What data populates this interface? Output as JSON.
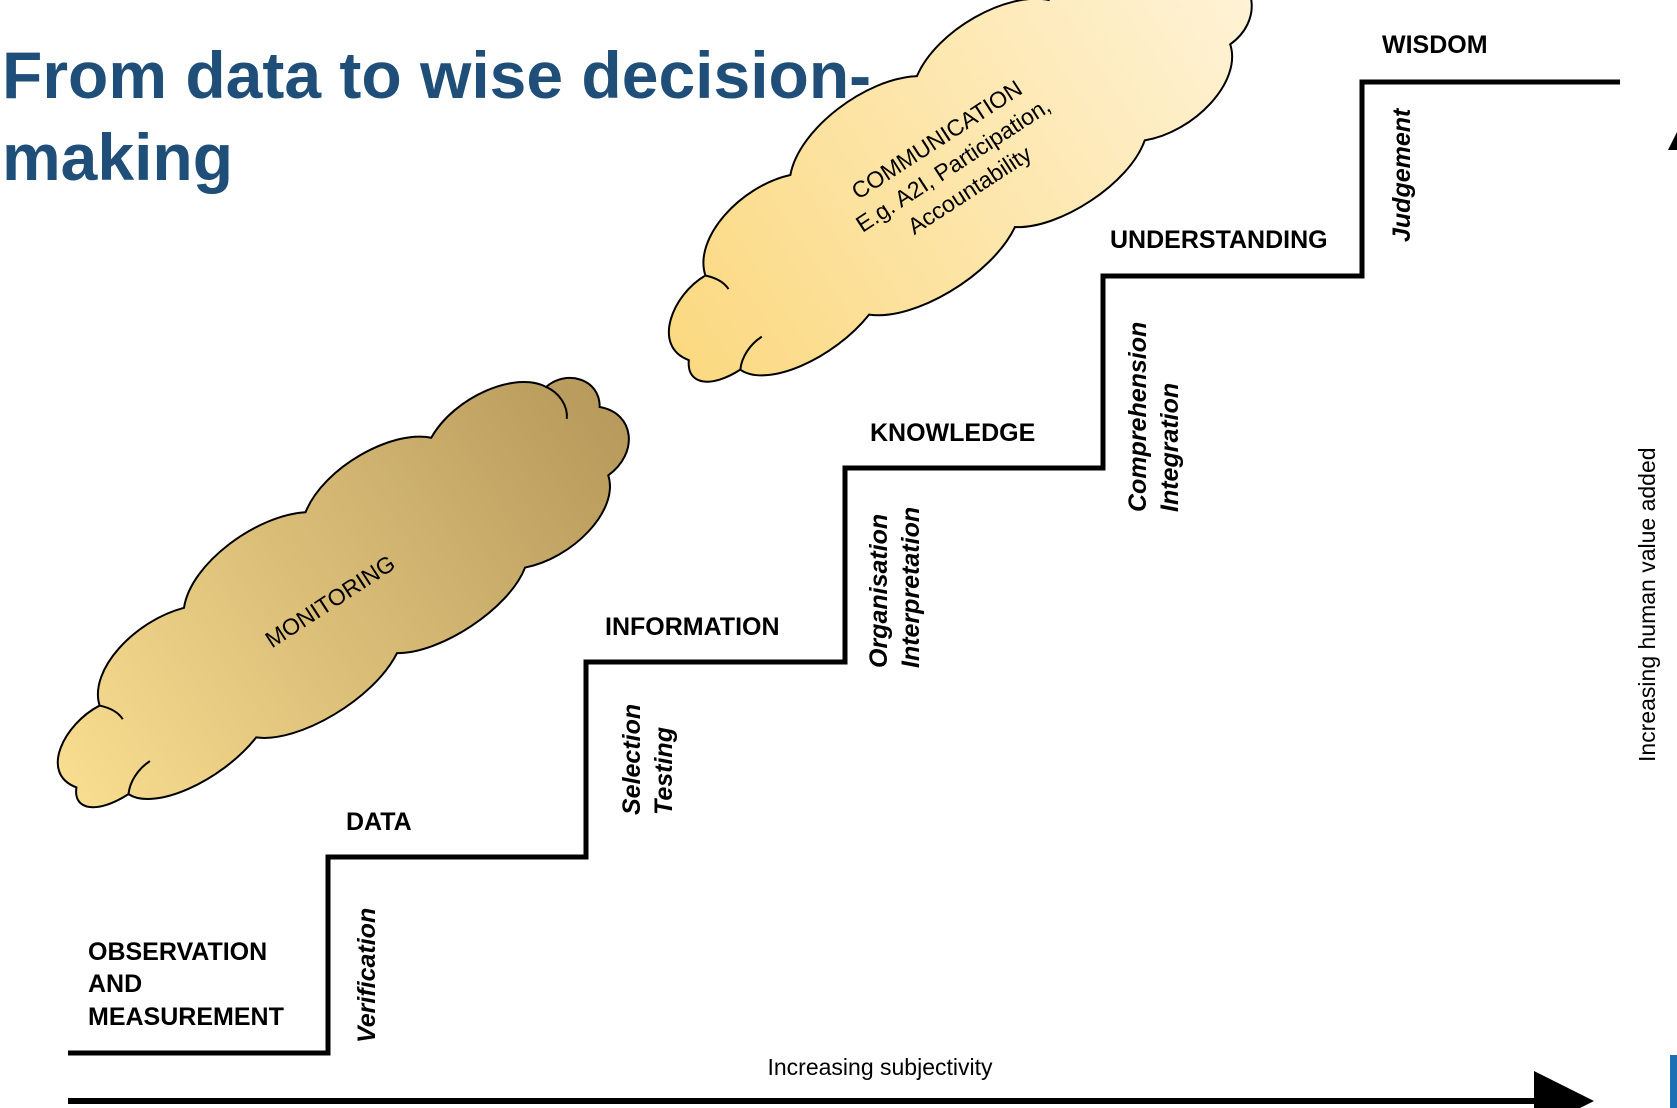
{
  "title": "From data to wise decision-making",
  "steps": [
    {
      "name": "observation",
      "lines": [
        "OBSERVATION",
        "AND",
        "MEASUREMENT"
      ]
    },
    {
      "name": "data",
      "lines": [
        "DATA"
      ]
    },
    {
      "name": "information",
      "lines": [
        "INFORMATION"
      ]
    },
    {
      "name": "knowledge",
      "lines": [
        "KNOWLEDGE"
      ]
    },
    {
      "name": "understanding",
      "lines": [
        "UNDERSTANDING"
      ]
    },
    {
      "name": "wisdom",
      "lines": [
        "WISDOM"
      ]
    }
  ],
  "risers": [
    {
      "name": "verification",
      "lines": [
        "Verification"
      ]
    },
    {
      "name": "selection-testing",
      "lines": [
        "Selection",
        "Testing"
      ]
    },
    {
      "name": "organisation-interpretation",
      "lines": [
        "Organisation",
        "Interpretation"
      ]
    },
    {
      "name": "comprehension-integration",
      "lines": [
        "Comprehension",
        "Integration"
      ]
    },
    {
      "name": "judgement",
      "lines": [
        "Judgement"
      ]
    }
  ],
  "clouds": {
    "monitoring": {
      "lines": [
        "MONITORING"
      ]
    },
    "communication": {
      "lines": [
        "COMMUNICATION",
        "E.g. A2I, Participation,",
        "Accountability"
      ]
    }
  },
  "x_axis_label": "Increasing subjectivity",
  "y_axis_label": "Increasing human value added",
  "colors": {
    "title": "#1f4e79",
    "monitoring_cloud_light": "#f8dd90",
    "monitoring_cloud_dark": "#b79a5c",
    "communication_cloud_dark": "#fbd981",
    "communication_cloud_light": "#fff3d6"
  }
}
